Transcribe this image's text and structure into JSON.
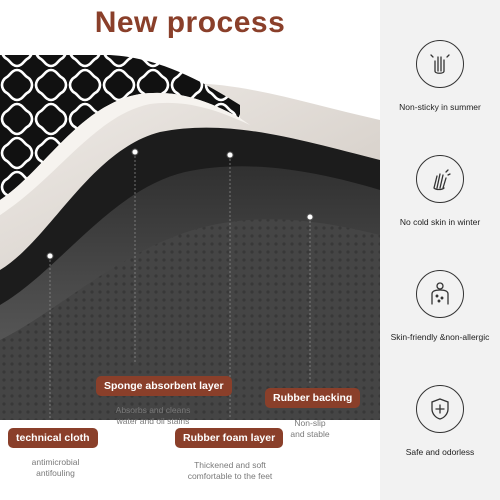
{
  "title": "New process",
  "layers": [
    {
      "name": "technical cloth",
      "desc1": "antimicrobial",
      "desc2": "antifouling"
    },
    {
      "name": "Sponge absorbent layer",
      "desc1": "Absorbs and cleans",
      "desc2": "water and oil stains"
    },
    {
      "name": "Rubber foam layer",
      "desc1": "Thickened and soft",
      "desc2": "comfortable to the feet"
    },
    {
      "name": "Rubber backing",
      "desc1": "Non-slip",
      "desc2": "and stable"
    }
  ],
  "features": [
    {
      "label": "Non-sticky in summer",
      "icon": "hand-icon"
    },
    {
      "label": "No cold skin in winter",
      "icon": "waving-hand-icon"
    },
    {
      "label": "Skin-friendly &non-allergic",
      "icon": "body-icon"
    },
    {
      "label": "Safe and odorless",
      "icon": "shield-plus-icon"
    }
  ],
  "colors": {
    "accent": "#8a3f2a",
    "panel": "#f2f2f2",
    "mat_top": "#111111",
    "pattern": "#ffffff",
    "sponge": "#e6e1dc",
    "foam": "#3b3b3b",
    "backing": "#4a4a4a"
  }
}
